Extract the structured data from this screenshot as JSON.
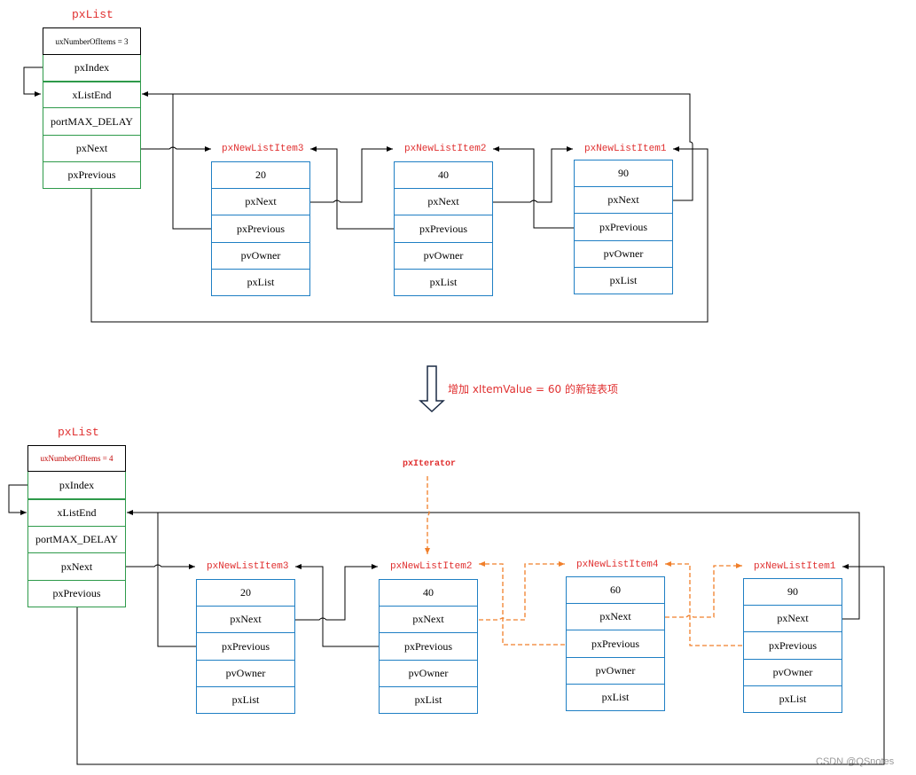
{
  "top": {
    "list_title": "pxList",
    "list_fields": [
      "uxNumberOfItems = 3",
      "pxIndex",
      "xListEnd",
      "portMAX_DELAY",
      "pxNext",
      "pxPrevious"
    ],
    "items": [
      {
        "title": "pxNewListItem3",
        "fields": [
          "20",
          "pxNext",
          "pxPrevious",
          "pvOwner",
          "pxList"
        ]
      },
      {
        "title": "pxNewListItem2",
        "fields": [
          "40",
          "pxNext",
          "pxPrevious",
          "pvOwner",
          "pxList"
        ]
      },
      {
        "title": "pxNewListItem1",
        "fields": [
          "90",
          "pxNext",
          "pxPrevious",
          "pvOwner",
          "pxList"
        ]
      }
    ]
  },
  "transition_note": "增加 xItemValue = 60 的新链表项",
  "bottom": {
    "list_title": "pxList",
    "list_fields": [
      "uxNumberOfItems = 4",
      "pxIndex",
      "xListEnd",
      "portMAX_DELAY",
      "pxNext",
      "pxPrevious"
    ],
    "iterator_label": "pxIterator",
    "items": [
      {
        "title": "pxNewListItem3",
        "fields": [
          "20",
          "pxNext",
          "pxPrevious",
          "pvOwner",
          "pxList"
        ]
      },
      {
        "title": "pxNewListItem2",
        "fields": [
          "40",
          "pxNext",
          "pxPrevious",
          "pvOwner",
          "pxList"
        ]
      },
      {
        "title": "pxNewListItem4",
        "fields": [
          "60",
          "pxNext",
          "pxPrevious",
          "pvOwner",
          "pxList"
        ]
      },
      {
        "title": "pxNewListItem1",
        "fields": [
          "90",
          "pxNext",
          "pxPrevious",
          "pvOwner",
          "pxList"
        ]
      }
    ]
  },
  "watermark": "CSDN @QSnotes",
  "colors": {
    "title_red": "#e03030",
    "item_border": "#1f7fc4",
    "list_border": "#2e9a4a",
    "new_link": "#f07f2a"
  }
}
